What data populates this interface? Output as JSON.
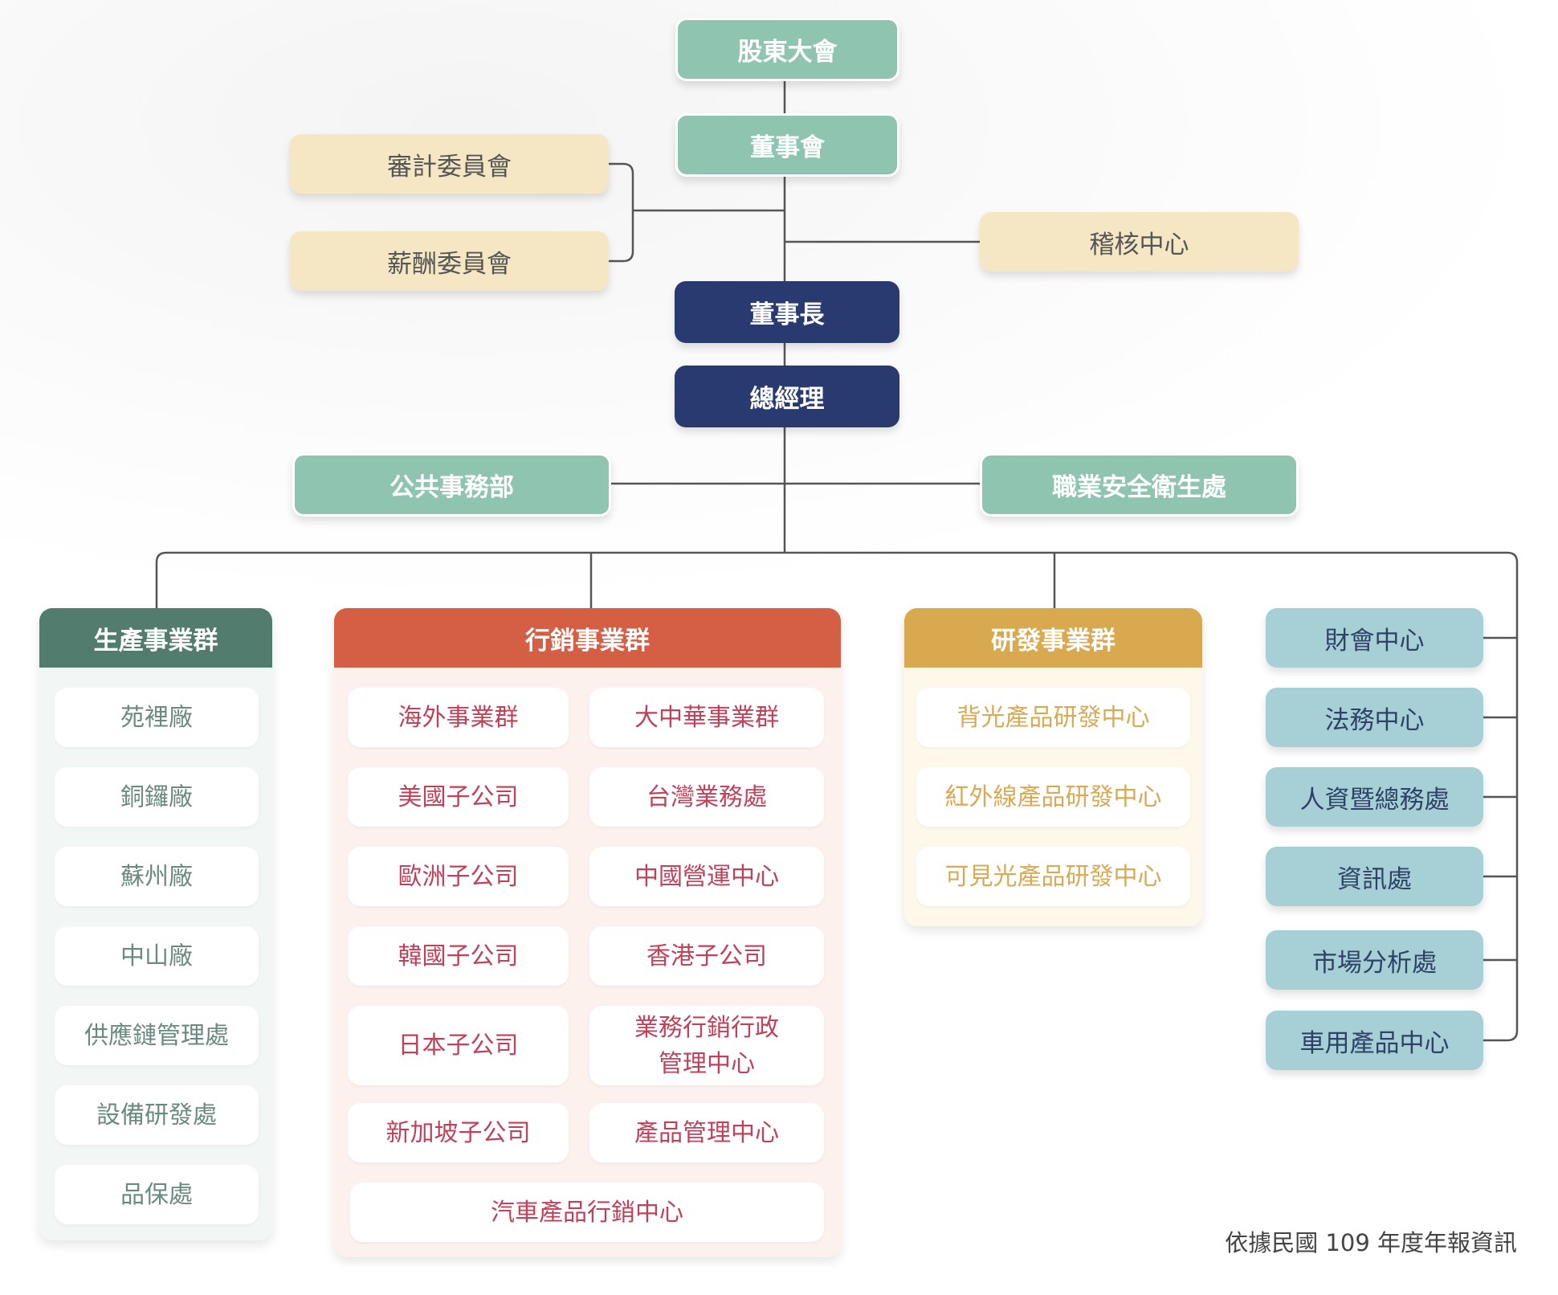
{
  "governance": {
    "shareholders": "股東大會",
    "board": "董事會",
    "audit_committee": "審計委員會",
    "remuneration_committee": "薪酬委員會",
    "internal_audit": "稽核中心",
    "chairman": "董事長",
    "president": "總經理",
    "public_affairs": "公共事務部",
    "occupational_safety": "職業安全衛生處"
  },
  "groups": {
    "production": {
      "title": "生產事業群",
      "items": [
        "苑裡廠",
        "銅鑼廠",
        "蘇州廠",
        "中山廠",
        "供應鏈管理處",
        "設備研發處",
        "品保處"
      ]
    },
    "marketing": {
      "title": "行銷事業群",
      "items": [
        "海外事業群",
        "大中華事業群",
        "美國子公司",
        "台灣業務處",
        "歐洲子公司",
        "中國營運中心",
        "韓國子公司",
        "香港子公司",
        "日本子公司",
        "業務行銷行政管理中心",
        "新加坡子公司",
        "產品管理中心",
        "汽車產品行銷中心"
      ]
    },
    "rd": {
      "title": "研發事業群",
      "items": [
        "背光產品研發中心",
        "紅外線產品研發中心",
        "可見光產品研發中心"
      ]
    },
    "centers": [
      "財會中心",
      "法務中心",
      "人資暨總務處",
      "資訊處",
      "市場分析處",
      "車用產品中心"
    ]
  },
  "footer": "依據民國 109 年度年報資訊",
  "colors": {
    "teal": "#8fc5b0",
    "navy": "#283a70",
    "cream": "#f5e6c4",
    "production": "#527c6e",
    "marketing": "#d45f45",
    "rd": "#d8a94f",
    "centers": "#a7d0d6"
  }
}
